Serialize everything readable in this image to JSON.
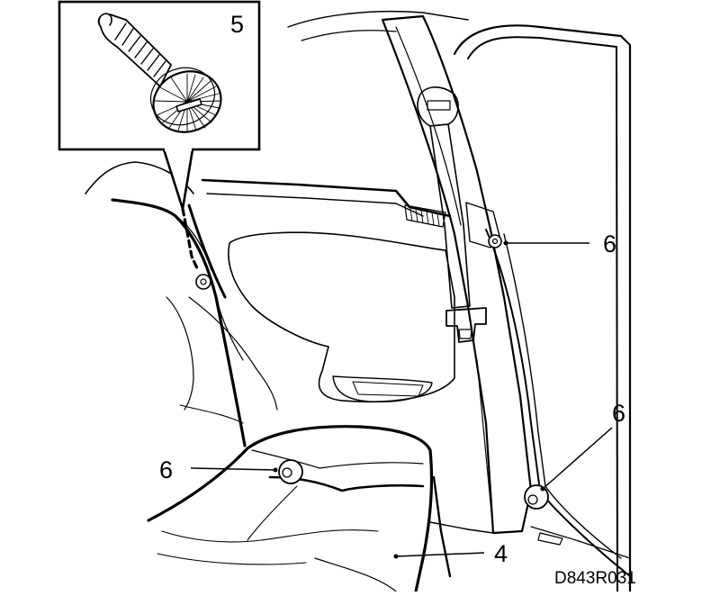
{
  "diagram": {
    "callouts": {
      "clip_detail": "5",
      "fastener_upper_pillar": "6",
      "fastener_lower_pillar": "6",
      "fastener_seat": "6",
      "trim_edge": "4"
    },
    "drawing_code": "D843R031"
  }
}
